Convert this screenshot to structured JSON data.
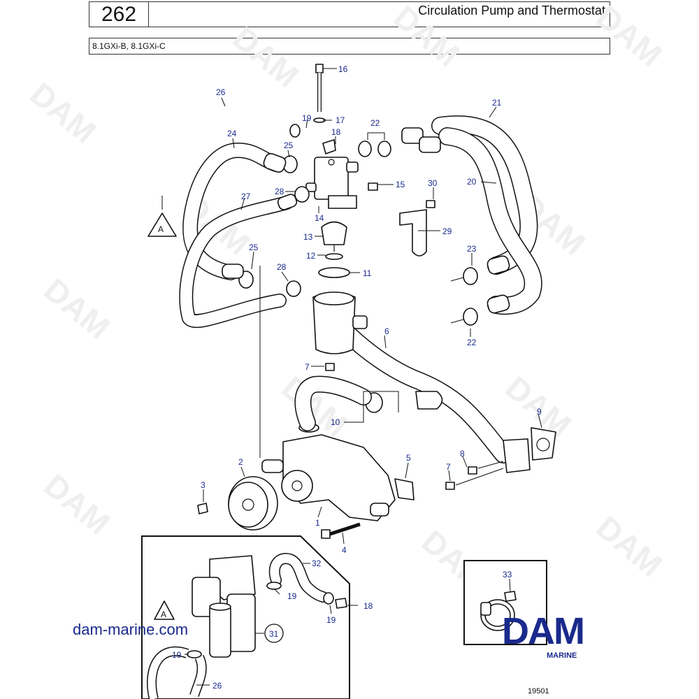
{
  "header": {
    "page_number": "262",
    "title": "Circulation Pump and Thermostat",
    "models": "8.1GXi-B, 8.1GXi-C"
  },
  "watermark": "DAM",
  "callouts": {
    "c16": "16",
    "c26": "26",
    "c19a": "19",
    "c17": "17",
    "c18a": "18",
    "c22a": "22",
    "c21": "21",
    "c24": "24",
    "c25a": "25",
    "c28a": "28",
    "c15": "15",
    "c30": "30",
    "c20": "20",
    "c27": "27",
    "c14": "14",
    "c29": "29",
    "c13": "13",
    "c12": "12",
    "c11": "11",
    "c25b": "25",
    "c28b": "28",
    "c23": "23",
    "c22b": "22",
    "c6": "6",
    "c7a": "7",
    "c10": "10",
    "c9": "9",
    "c8": "8",
    "c2": "2",
    "c5": "5",
    "c7b": "7",
    "c3": "3",
    "c1": "1",
    "c4": "4",
    "c32": "32",
    "c19b": "19",
    "c18b": "18",
    "c19c": "19",
    "c31": "31",
    "c19d": "19",
    "c26b": "26",
    "c33": "33",
    "refA1": "A",
    "refA2": "A"
  },
  "footer": {
    "website": "dam-marine.com",
    "brand": "DAM",
    "brand_sub": "MARINE",
    "figure_number": "19501"
  },
  "colors": {
    "callout": "#1a2a8c",
    "brand": "#1a2a8c",
    "line": "#111111",
    "watermark": "#efefef"
  }
}
